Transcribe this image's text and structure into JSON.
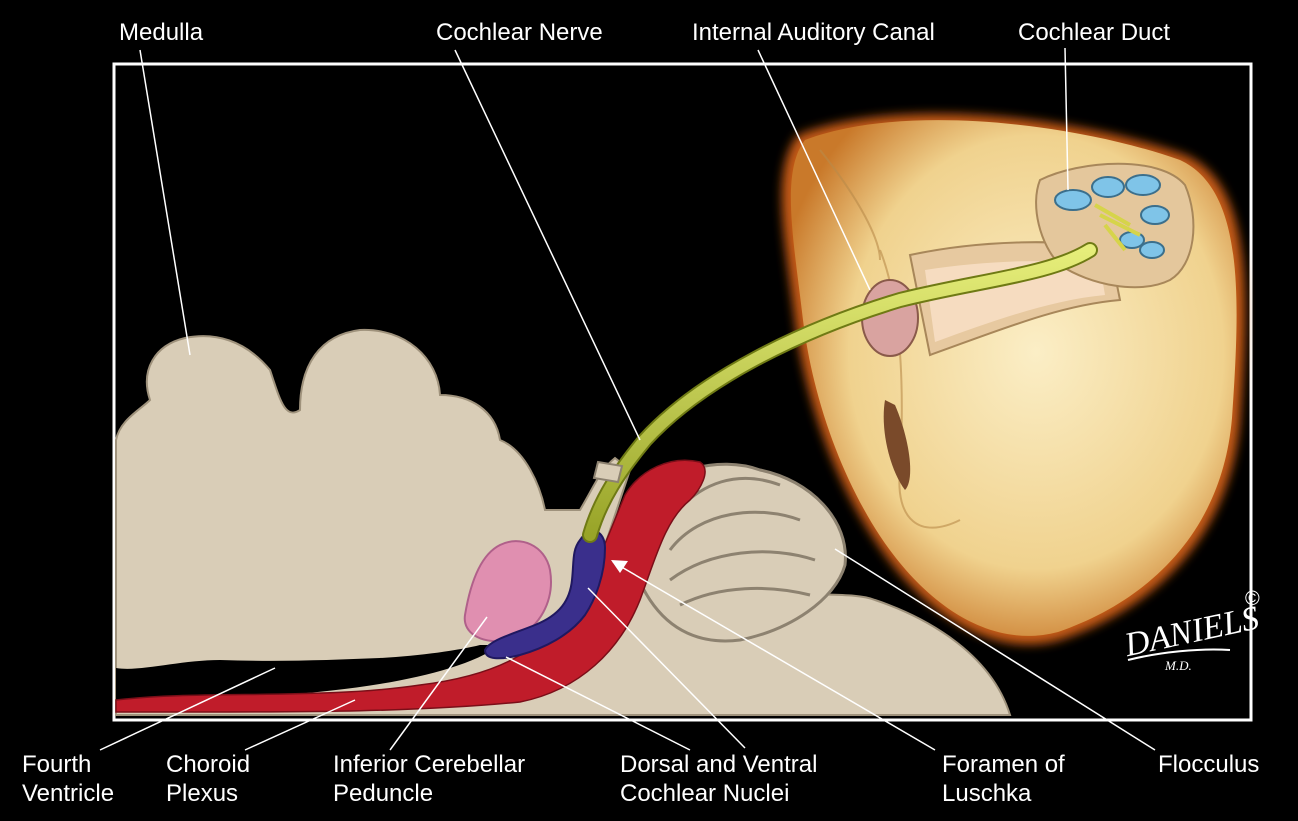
{
  "colors": {
    "background": "#000000",
    "frame": "#ffffff",
    "brainstem": "#d9cdb7",
    "cochlear_nerve": "#b8c43a",
    "choroid_plexus": "#c01c2a",
    "inferior_cerebellar_peduncle": "#e08fb0",
    "cochlear_nuclei": "#3a2f8c",
    "temporal_bone": "#f2d79a",
    "cochlear_duct": "#7fc4e8"
  },
  "labels": {
    "medulla": "Medulla",
    "cochlear_nerve": "Cochlear Nerve",
    "internal_auditory_canal": "Internal Auditory Canal",
    "cochlear_duct": "Cochlear Duct",
    "fourth_ventricle": [
      "Fourth",
      "Ventricle"
    ],
    "choroid_plexus": [
      "Choroid",
      "Plexus"
    ],
    "inferior_cerebellar_peduncle": [
      "Inferior Cerebellar",
      "Peduncle"
    ],
    "cochlear_nuclei": [
      "Dorsal and Ventral",
      "Cochlear Nuclei"
    ],
    "foramen_of_luschka": [
      "Foramen of",
      "Luschka"
    ],
    "flocculus": "Flocculus"
  },
  "signature": {
    "name": "DANIELS",
    "copyright": "©",
    "suffix": "M.D."
  }
}
